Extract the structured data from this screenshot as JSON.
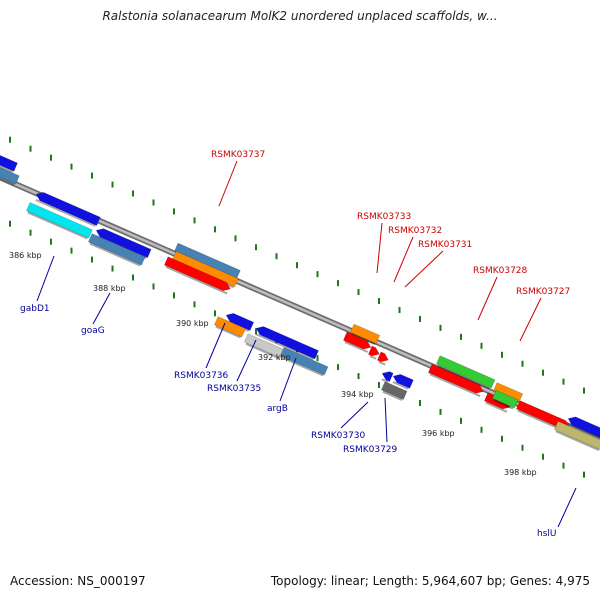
{
  "title": "Ralstonia solanacearum MolK2 unordered unplaced scaffolds, w...",
  "footer": {
    "accession": "Accession: NS_000197",
    "summary": "Topology: linear; Length: 5,964,607 bp; Genes: 4,975"
  },
  "colors": {
    "backbone": "#8a8a8a",
    "tick": "#1a7a1a",
    "label_red": "#cc0000",
    "label_blue": "#000099"
  },
  "kbp_labels": [
    "386 kbp",
    "388 kbp",
    "390 kbp",
    "392 kbp",
    "394 kbp",
    "396 kbp",
    "398 kbp"
  ],
  "gene_labels": [
    {
      "name": "gabD1",
      "color": "blue"
    },
    {
      "name": "goaG",
      "color": "blue"
    },
    {
      "name": "RSMK03737",
      "color": "red"
    },
    {
      "name": "RSMK03736",
      "color": "blue"
    },
    {
      "name": "RSMK03735",
      "color": "blue"
    },
    {
      "name": "argB",
      "color": "blue"
    },
    {
      "name": "RSMK03733",
      "color": "red"
    },
    {
      "name": "RSMK03732",
      "color": "red"
    },
    {
      "name": "RSMK03731",
      "color": "red"
    },
    {
      "name": "RSMK03730",
      "color": "blue"
    },
    {
      "name": "RSMK03729",
      "color": "blue"
    },
    {
      "name": "RSMK03728",
      "color": "red"
    },
    {
      "name": "RSMK03727",
      "color": "red"
    },
    {
      "name": "hslU",
      "color": "blue"
    }
  ]
}
